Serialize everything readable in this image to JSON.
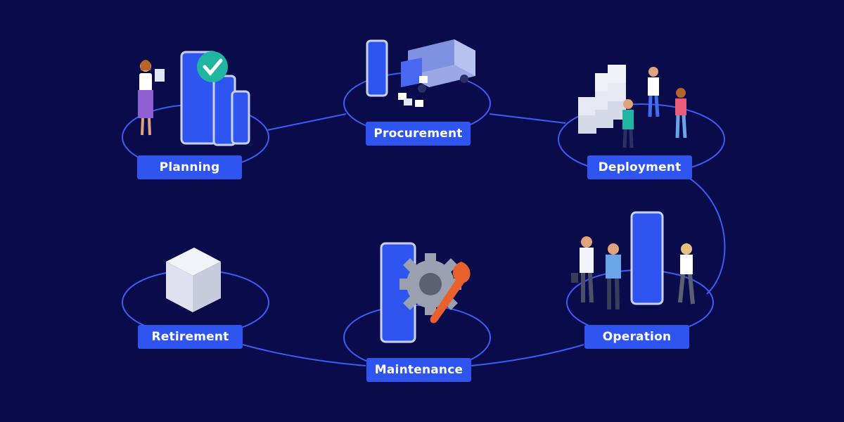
{
  "colors": {
    "background": "#0a0b4b",
    "connector": "#3d5cf5",
    "label_bg": "#2f55f0",
    "label_text": "#ffffff",
    "check_badge": "#1fb5a0",
    "wrench": "#e8612c"
  },
  "stages": [
    {
      "key": "planning",
      "label": "Planning",
      "icon": "clipboard-checklist-icon"
    },
    {
      "key": "procurement",
      "label": "Procurement",
      "icon": "delivery-truck-icon"
    },
    {
      "key": "deployment",
      "label": "Deployment",
      "icon": "boxes-team-icon"
    },
    {
      "key": "operation",
      "label": "Operation",
      "icon": "people-phone-icon"
    },
    {
      "key": "maintenance",
      "label": "Maintenance",
      "icon": "gear-wrench-icon"
    },
    {
      "key": "retirement",
      "label": "Retirement",
      "icon": "box-icon"
    }
  ]
}
